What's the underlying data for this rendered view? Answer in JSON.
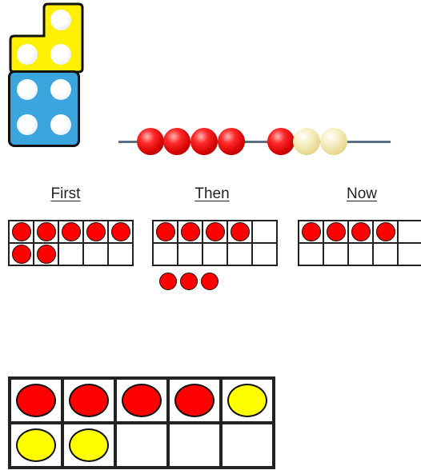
{
  "numicon": {
    "three_color": "#ffef00",
    "four_color": "#3aa6dd"
  },
  "bead_string": {
    "beads": [
      "red",
      "red",
      "red",
      "red",
      "red",
      "cream",
      "cream"
    ]
  },
  "labels": {
    "first": "First",
    "then": "Then",
    "now": "Now"
  },
  "frames": {
    "first": [
      "red",
      "red",
      "red",
      "red",
      "red",
      "red",
      "red",
      "",
      "",
      ""
    ],
    "then": [
      "red",
      "red",
      "red",
      "red",
      "",
      "",
      "",
      "",
      "",
      ""
    ],
    "now": [
      "red",
      "red",
      "red",
      "red",
      "",
      "",
      "",
      "",
      "",
      ""
    ],
    "then_loose_counters": 3
  },
  "big_frame": [
    "red",
    "red",
    "red",
    "red",
    "yellow",
    "yellow",
    "yellow",
    "",
    "",
    ""
  ],
  "colors": {
    "red": "#ff0000",
    "yellow": "#ffff00"
  }
}
